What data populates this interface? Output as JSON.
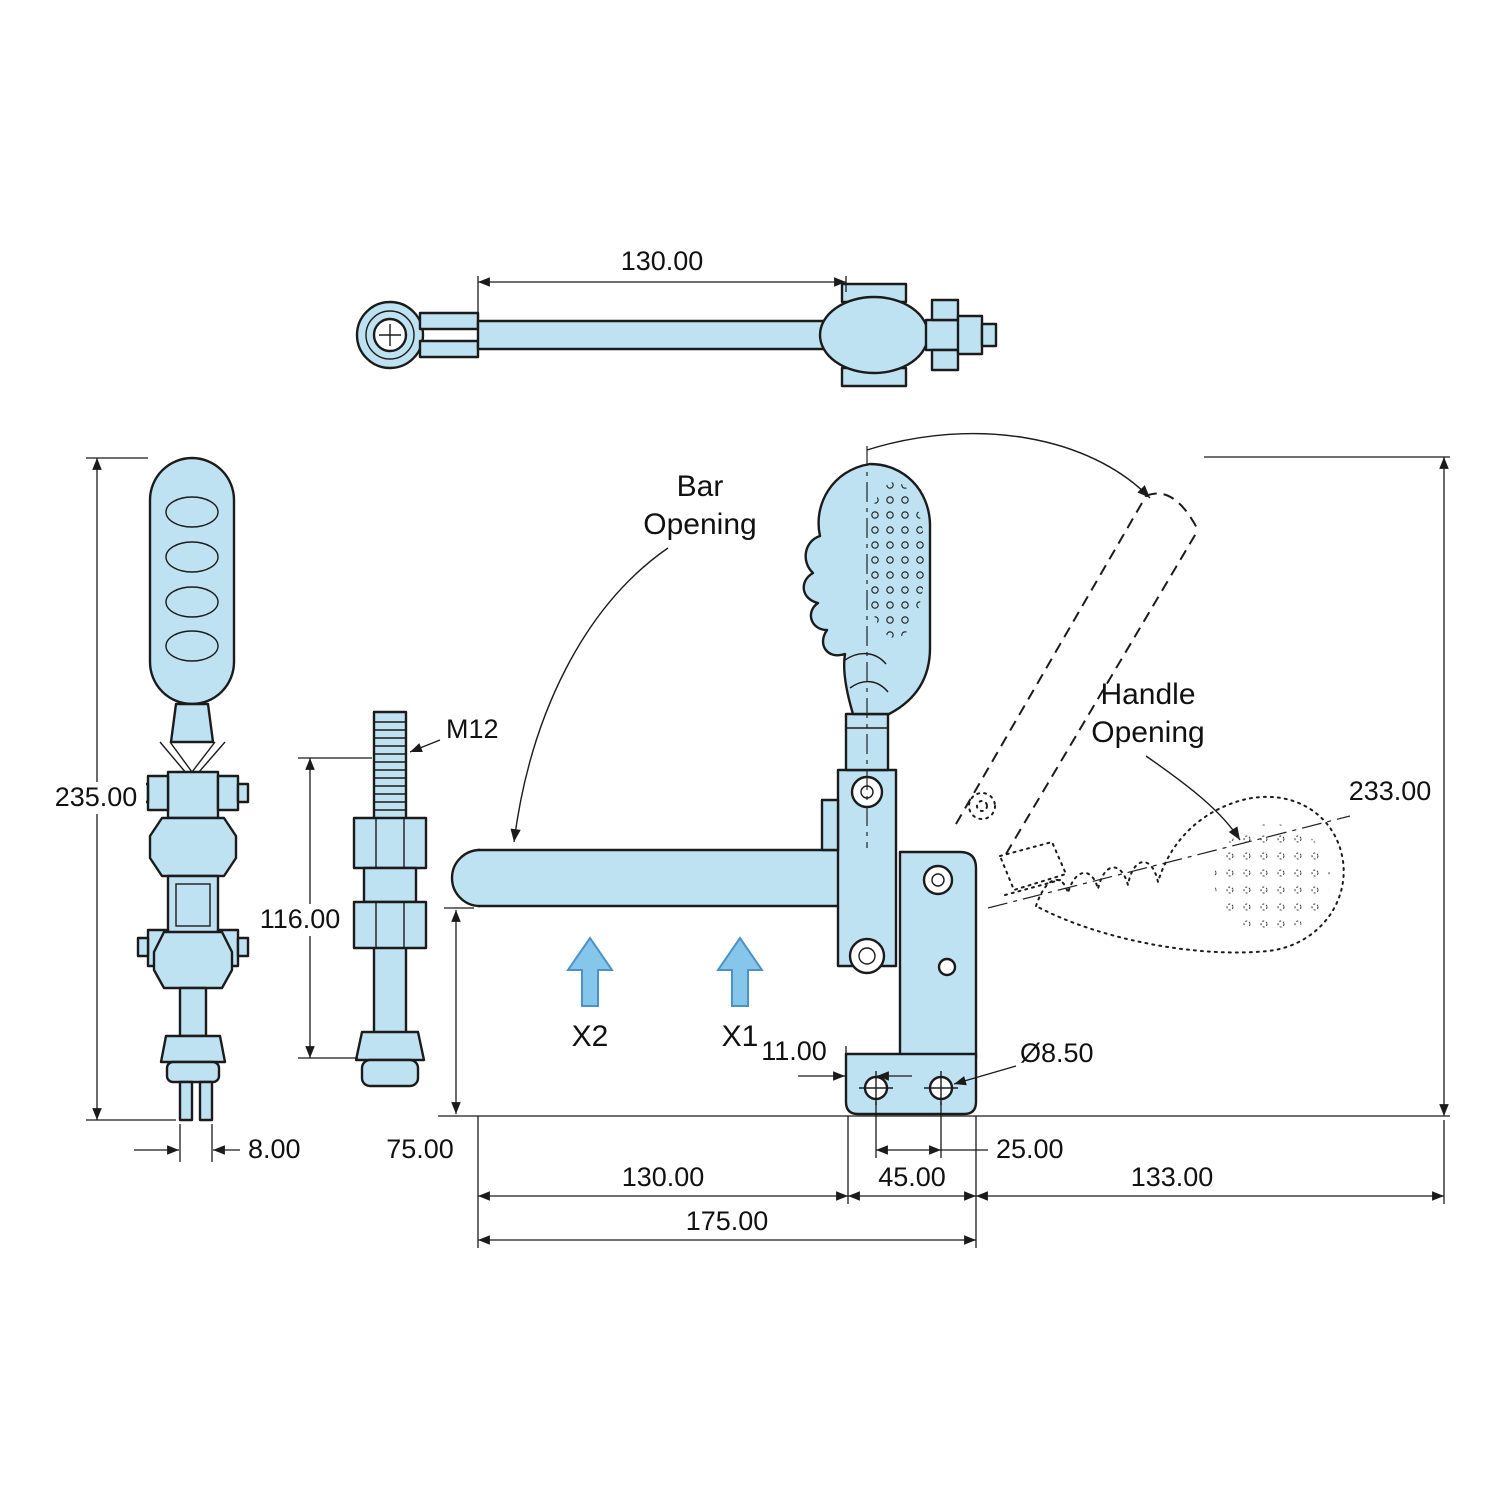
{
  "drawing": {
    "title": "vertical-toggle-clamp-dimension-drawing",
    "labels": {
      "bar_opening_line1": "Bar",
      "bar_opening_line2": "Opening",
      "handle_opening_line1": "Handle",
      "handle_opening_line2": "Opening",
      "force_x1": "X1",
      "force_x2": "X2"
    },
    "dimensions": {
      "top_bar_length": "130.00",
      "closed_height": "235.00",
      "fork_slot_width": "8.00",
      "spindle_thread": "M12",
      "spindle_length": "116.00",
      "bar_height": "75.00",
      "bar_length": "130.00",
      "overall_length": "175.00",
      "body_width": "45.00",
      "hole_edge_offset": "11.00",
      "hole_spacing": "25.00",
      "handle_reach": "133.00",
      "open_height": "233.00",
      "hole_diameter": "Ø8.50"
    },
    "colors": {
      "part_fill": "#bfe2f3",
      "outline": "#1b1b1b",
      "arrow_fill": "#85c6ea",
      "arrow_stroke": "#4b93c4"
    }
  }
}
